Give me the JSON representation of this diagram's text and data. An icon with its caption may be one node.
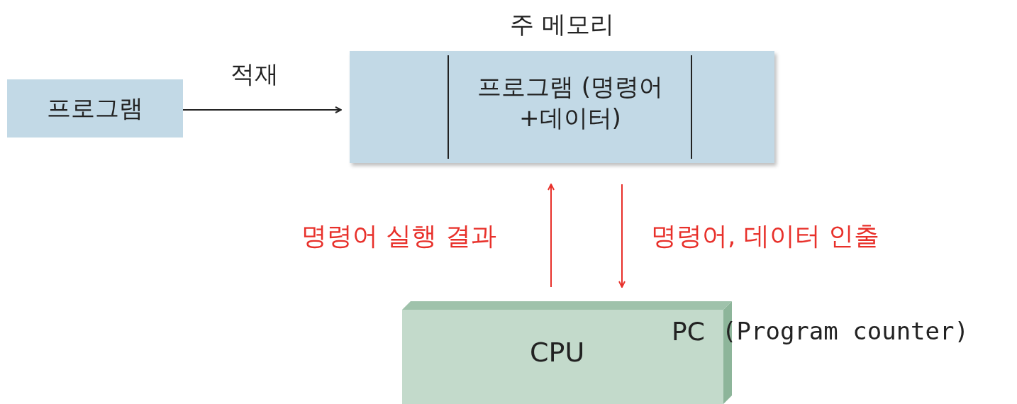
{
  "diagram": {
    "nodes": [
      {
        "text": [
          "프로그램"
        ]
      },
      {
        "text": [
          "주 메모리",
          "프로그램 (명령어+데이터)"
        ]
      },
      {
        "text": [
          "CPU",
          "PC"
        ],
        "beside": [
          "(Program counter)"
        ]
      }
    ],
    "edges": [
      {
        "from": 0,
        "to": 1,
        "arrow": "to",
        "label": "적재",
        "color": "#222222"
      },
      {
        "from": 2,
        "to": 1,
        "arrow": "to",
        "label": "명령어 실행 결과",
        "color": "#e8302a"
      },
      {
        "from": 1,
        "to": 2,
        "arrow": "to",
        "label": "명령어, 데이터 인출",
        "color": "#e8302a"
      }
    ]
  }
}
